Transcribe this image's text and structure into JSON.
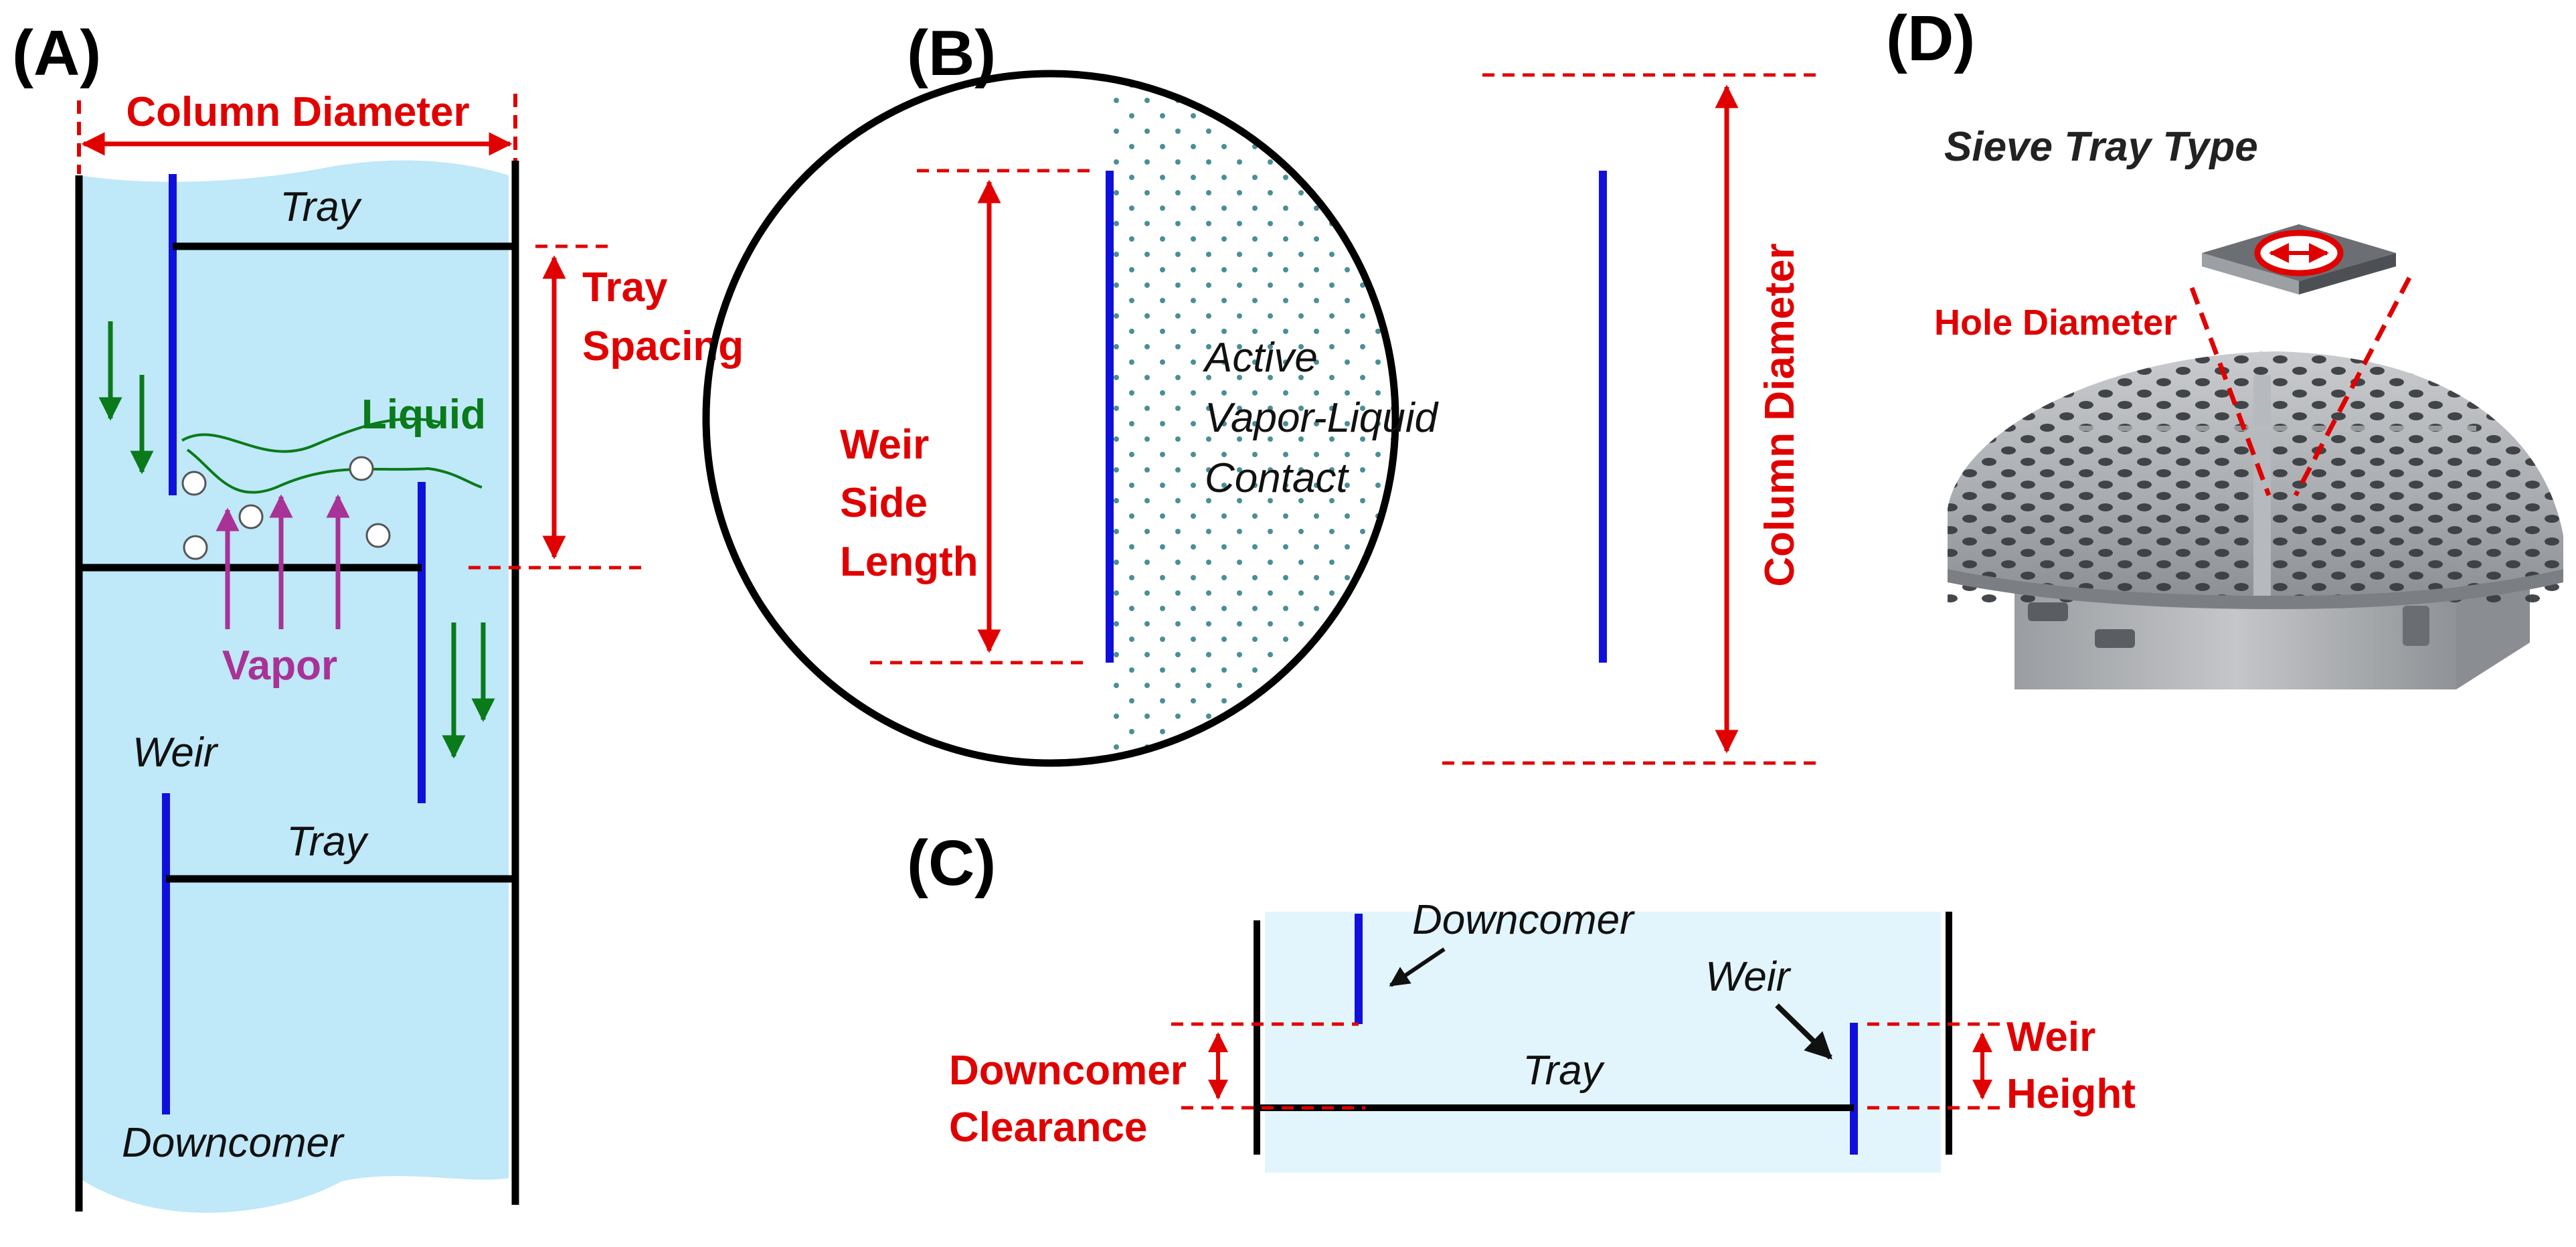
{
  "panels": {
    "a": {
      "label": "(A)",
      "column_diameter": "Column Diameter",
      "tray_top": "Tray",
      "tray_spacing_line1": "Tray",
      "tray_spacing_line2": "Spacing",
      "liquid": "Liquid",
      "vapor": "Vapor",
      "weir": "Weir",
      "tray_bottom": "Tray",
      "downcomer": "Downcomer"
    },
    "b": {
      "label": "(B)",
      "active_line1": "Active",
      "active_line2": "Vapor-Liquid",
      "active_line3": "Contact",
      "weir_side_line1": "Weir",
      "weir_side_line2": "Side",
      "weir_side_line3": "Length",
      "column_diameter": "Column Diameter"
    },
    "c": {
      "label": "(C)",
      "downcomer": "Downcomer",
      "weir": "Weir",
      "tray": "Tray",
      "downcomer_clearance_line1": "Downcomer",
      "downcomer_clearance_line2": "Clearance",
      "weir_height_line1": "Weir",
      "weir_height_line2": "Height"
    },
    "d": {
      "label": "(D)",
      "sieve_tray_type": "Sieve Tray Type",
      "hole_diameter": "Hole Diameter"
    }
  },
  "colors": {
    "red": "#e00000",
    "blue": "#1010dd",
    "green": "#0a7a1a",
    "purple": "#a83296",
    "liquid_fill": "#bfe8f8",
    "light_fill": "#e3f5fc"
  }
}
